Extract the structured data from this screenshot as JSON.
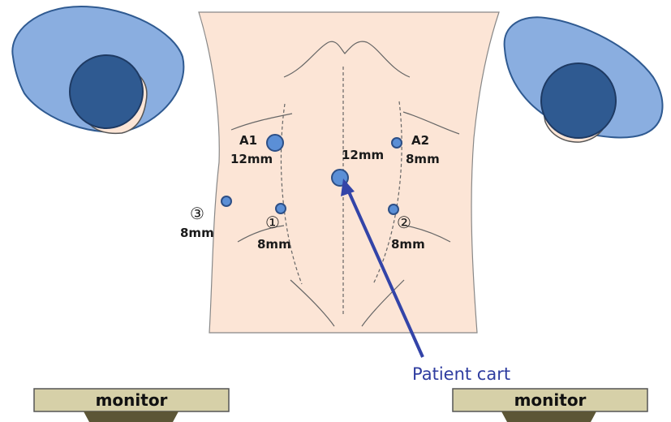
{
  "ports": {
    "a1": {
      "name": "A1",
      "size": "12mm"
    },
    "a2": {
      "name": "A2",
      "size": "8mm"
    },
    "camera": {
      "size": "12mm"
    },
    "p1": {
      "num": "①",
      "size": "8mm"
    },
    "p2": {
      "num": "②",
      "size": "8mm"
    },
    "p3": {
      "num": "③",
      "size": "8mm"
    }
  },
  "patient_cart": {
    "label": "Patient cart"
  },
  "monitors": {
    "left": "monitor",
    "right": "monitor"
  },
  "colors": {
    "skin": "#fce5d6",
    "port_fill": "#5b8fd6",
    "port_stroke": "#2d4f86",
    "arm_light": "#8aaee0",
    "arm_dark": "#2f5a91",
    "arrow": "#3344a8",
    "monitor_body": "#d6d0a8",
    "monitor_stand": "#5c5636"
  }
}
